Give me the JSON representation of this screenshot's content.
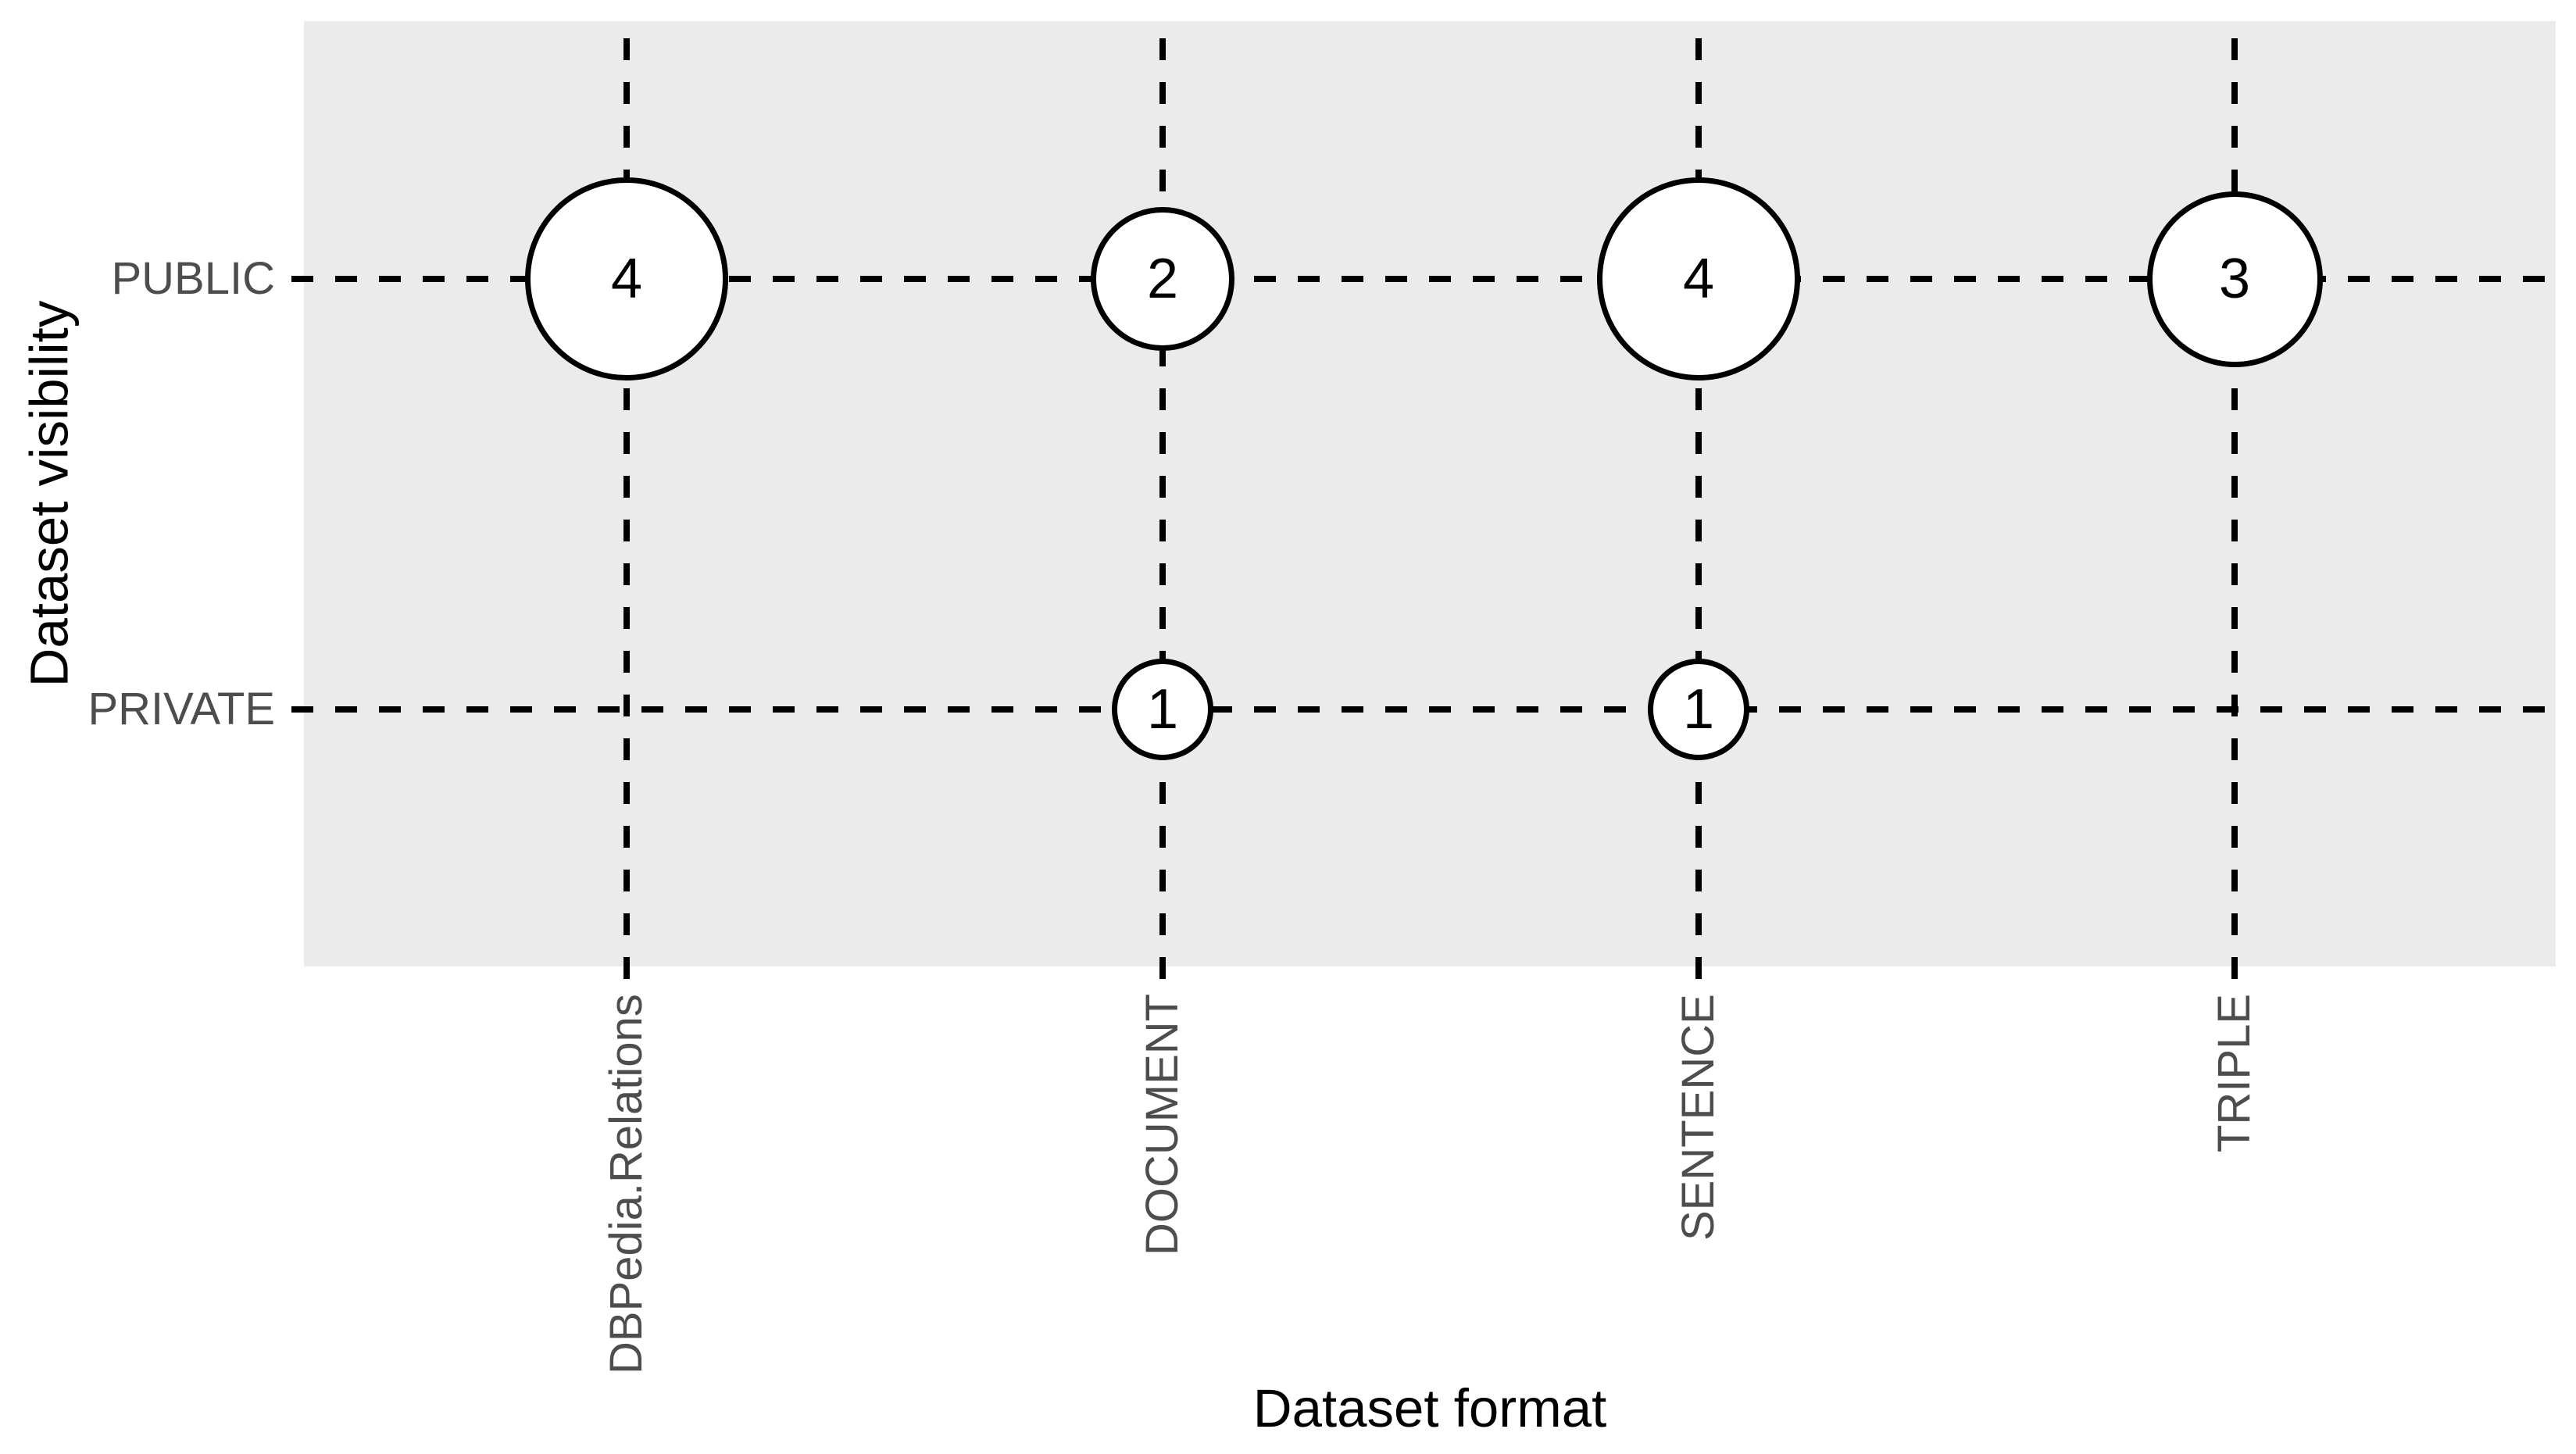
{
  "chart_data": {
    "type": "bubble",
    "title": "",
    "xlabel": "Dataset format",
    "ylabel": "Dataset visibility",
    "x_categories": [
      "DBPedia.Relations",
      "DOCUMENT",
      "SENTENCE",
      "TRIPLE"
    ],
    "y_categories": [
      "PUBLIC",
      "PRIVATE"
    ],
    "points": [
      {
        "x": "DBPedia.Relations",
        "y": "PUBLIC",
        "value": 4
      },
      {
        "x": "DOCUMENT",
        "y": "PUBLIC",
        "value": 2
      },
      {
        "x": "SENTENCE",
        "y": "PUBLIC",
        "value": 4
      },
      {
        "x": "TRIPLE",
        "y": "PUBLIC",
        "value": 3
      },
      {
        "x": "DOCUMENT",
        "y": "PRIVATE",
        "value": 1
      },
      {
        "x": "SENTENCE",
        "y": "PRIVATE",
        "value": 1
      }
    ],
    "size_encoding": "bubble area proportional to value",
    "grid": "dashed",
    "legend": "none",
    "colors": {
      "figure_background": "#FFFFFF",
      "panel_background": "#EBEBEB",
      "grid_line": "#000000",
      "bubble_fill": "#FFFFFF",
      "bubble_stroke": "#000000",
      "bubble_label": "#000000",
      "tick_label": "#4D4D4D",
      "axis_title": "#000000"
    }
  }
}
